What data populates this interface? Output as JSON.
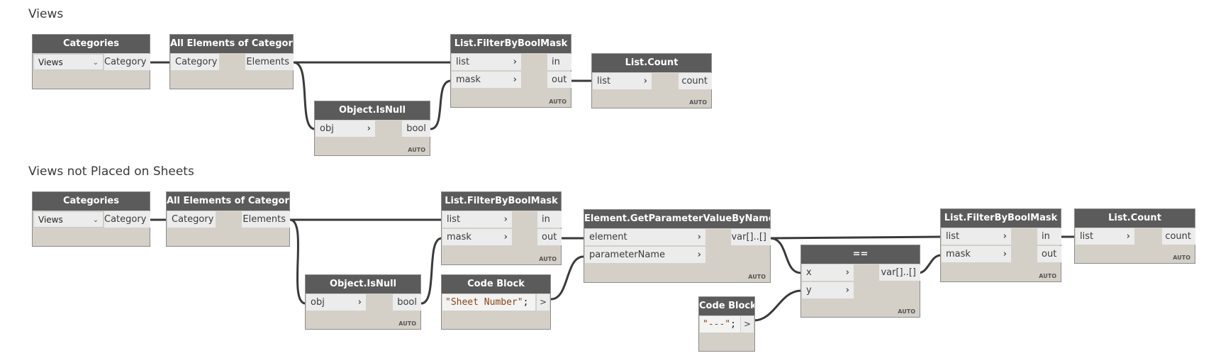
{
  "groups": {
    "views_title": "Views",
    "views_not_placed_title": "Views not Placed on Sheets"
  },
  "auto_label": "AUTO",
  "top": {
    "categories": {
      "title": "Categories",
      "selected": "Views",
      "out_port": "Category"
    },
    "all_elements": {
      "title": "All Elements of Category",
      "in_port": "Category",
      "out_port": "Elements"
    },
    "filter": {
      "title": "List.FilterByBoolMask",
      "in_ports": [
        "list",
        "mask"
      ],
      "out_ports": [
        "in",
        "out"
      ]
    },
    "count": {
      "title": "List.Count",
      "in_port": "list",
      "out_port": "count"
    },
    "is_null": {
      "title": "Object.IsNull",
      "in_port": "obj",
      "out_port": "bool"
    }
  },
  "bottom": {
    "categories": {
      "title": "Categories",
      "selected": "Views",
      "out_port": "Category"
    },
    "all_elements": {
      "title": "All Elements of Category",
      "in_port": "Category",
      "out_port": "Elements"
    },
    "filter1": {
      "title": "List.FilterByBoolMask",
      "in_ports": [
        "list",
        "mask"
      ],
      "out_ports": [
        "in",
        "out"
      ]
    },
    "is_null": {
      "title": "Object.IsNull",
      "in_port": "obj",
      "out_port": "bool"
    },
    "code1": {
      "title": "Code Block",
      "value": "\"Sheet Number\"",
      "semicolon": ";",
      "out_port": ">"
    },
    "get_param": {
      "title": "Element.GetParameterValueByName",
      "in_ports": [
        "element",
        "parameterName"
      ],
      "out_port": "var[]..[]"
    },
    "equals": {
      "title": "==",
      "in_ports": [
        "x",
        "y"
      ],
      "out_port": "var[]..[]"
    },
    "code2": {
      "title": "Code Block",
      "value": "\"---\"",
      "semicolon": ";",
      "out_port": ">"
    },
    "filter2": {
      "title": "List.FilterByBoolMask",
      "in_ports": [
        "list",
        "mask"
      ],
      "out_ports": [
        "in",
        "out"
      ]
    },
    "count": {
      "title": "List.Count",
      "in_port": "list",
      "out_port": "count"
    }
  },
  "colors": {
    "header": "#5b5b5b",
    "body": "#d4d0c8",
    "port": "#ececec",
    "wire": "#3a3a3a",
    "string": "#8b4513"
  }
}
